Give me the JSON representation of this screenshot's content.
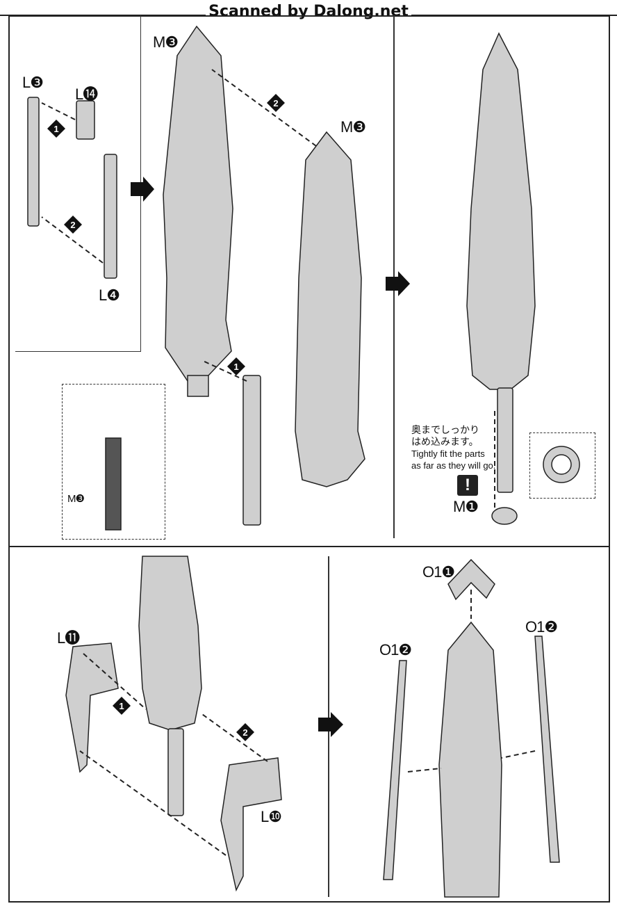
{
  "watermark": "Scanned by Dalong.net",
  "parts": {
    "l3": "L❸",
    "l14": "L⓮",
    "l4": "L❹",
    "m3_a": "M❸",
    "m3_b": "M❸",
    "m3_inset": "M❸",
    "m1": "M❶",
    "l11": "L⓫",
    "l10": "L❿",
    "o1_1": "O1❶",
    "o1_2_left": "O1❷",
    "o1_2_right": "O1❷"
  },
  "steps": {
    "one": "1",
    "two": "2"
  },
  "note": {
    "jp_line1": "奥までしっかり",
    "jp_line2": "はめ込みます。",
    "en_line1": "Tightly fit the parts",
    "en_line2": "as far as they will go."
  },
  "caution": "!",
  "colors": {
    "part_fill": "#cfcfcf",
    "line": "#222222"
  }
}
